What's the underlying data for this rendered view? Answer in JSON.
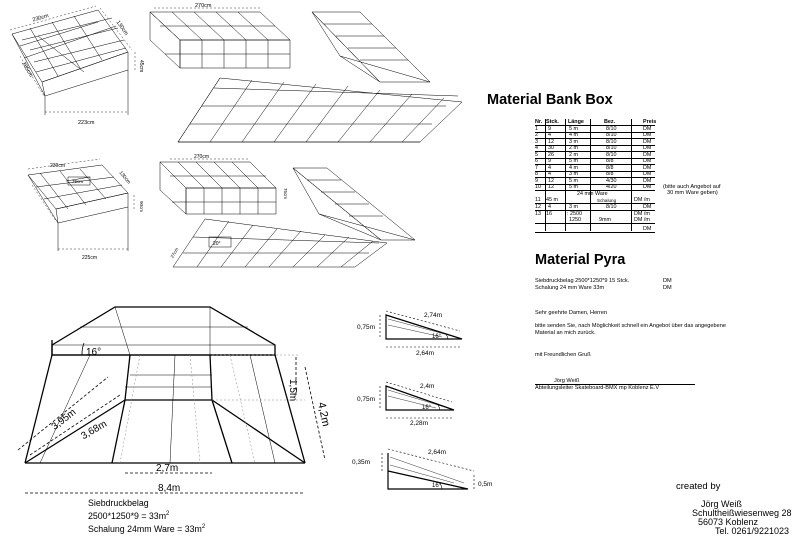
{
  "bank_box": {
    "title": "Material Bank Box",
    "headers": [
      "Nr.",
      "Stck.",
      "Länge",
      "Bez.",
      "Preis"
    ],
    "rows": [
      [
        "1",
        "9",
        "5 m",
        "8/10",
        "DM"
      ],
      [
        "2",
        "4",
        "4 m",
        "8/10",
        "DM"
      ],
      [
        "3",
        "12",
        "3 m",
        "8/10",
        "DM"
      ],
      [
        "4",
        "30",
        "2 m",
        "8/10",
        "DM"
      ],
      [
        "5",
        "26",
        "2 m",
        "8/10",
        "DM"
      ],
      [
        "6",
        "9",
        "5 m",
        "8/8",
        "DM"
      ],
      [
        "7",
        "4",
        "4 m",
        "8/8",
        "DM"
      ],
      [
        "8",
        "4",
        "3 m",
        "8/8",
        "DM"
      ],
      [
        "9",
        "12",
        "5 m",
        "4/30",
        "DM"
      ],
      [
        "10",
        "12",
        "5 m",
        "4/20",
        "DM"
      ]
    ],
    "row_11_head": "24 mm Ware",
    "row_11": [
      "11",
      "45 m",
      "Schalung",
      "DM /m"
    ],
    "row_12": [
      "12",
      "4",
      "3 m",
      "8/10",
      "DM"
    ],
    "row_13": [
      "13",
      "16",
      ": 2500",
      "1250",
      "9mm",
      "DM /m"
    ],
    "total_unit": "DM",
    "offer_note_1": "(bitte auch Angebot auf",
    "offer_note_2": "30 mm Ware geben)"
  },
  "pyra": {
    "title": "Material Pyra",
    "line1": "Siebdruckbelag  2500*1250*9  15 Stck.",
    "line1_unit": "DM",
    "line2": "Schalung 24 mm Ware 33m",
    "line2_unit": "DM"
  },
  "letter": {
    "greeting": "Sehr geehrte Damen, Herren",
    "body_1": "bitte senden Sie, nach Möglichkeit schnell ein Angebot über das angegebene",
    "body_2": "Material an mich zurück.",
    "closing": "mit Freundlichen Gruß",
    "signer": "Jörg Weiß",
    "role": "Abteilungsleiter Skateboard-BMX mp Koblenz E.V"
  },
  "footer": {
    "created_by": "created  by",
    "name": "Jörg Weiß",
    "street": "Schultheißwiesenweg 28",
    "city": "56073 Koblenz",
    "phone": "Tel. 0261/9221023"
  },
  "sketches": {
    "top_left": [
      "230cm",
      "130cm",
      "285cm",
      "223cm",
      "45cm"
    ],
    "top_middle": [
      "270cm"
    ],
    "mid_left": [
      "230cm",
      "130cm",
      "75cm",
      "225cm",
      "90cm"
    ],
    "mid_middle": [
      "270cm",
      "75cm",
      "27cm"
    ],
    "mid_angle": "20°"
  },
  "pyramid": {
    "angle": "16°",
    "height": "1,5m",
    "slope": "4,2m",
    "edge_outer": "3,95m",
    "edge_inner": "3,68m",
    "top_width": "2,7m",
    "base_width": "8,4m",
    "material_1": "Siebdruckbelag",
    "material_2": "2500*1250*9     =     33m",
    "material_3": "Schalung 24mm Ware  = 33m",
    "sup": "2"
  },
  "triangles": [
    {
      "rise": "0,75m",
      "hyp": "2,74m",
      "base": "2,64m",
      "angle": "16°"
    },
    {
      "rise": "0,75m",
      "hyp": "2,4m",
      "base": "2,28m",
      "angle": "16°"
    },
    {
      "rise": "0,35m",
      "hyp": "2,64m",
      "base": "",
      "angle": "16°",
      "depth": "0,5m"
    }
  ]
}
